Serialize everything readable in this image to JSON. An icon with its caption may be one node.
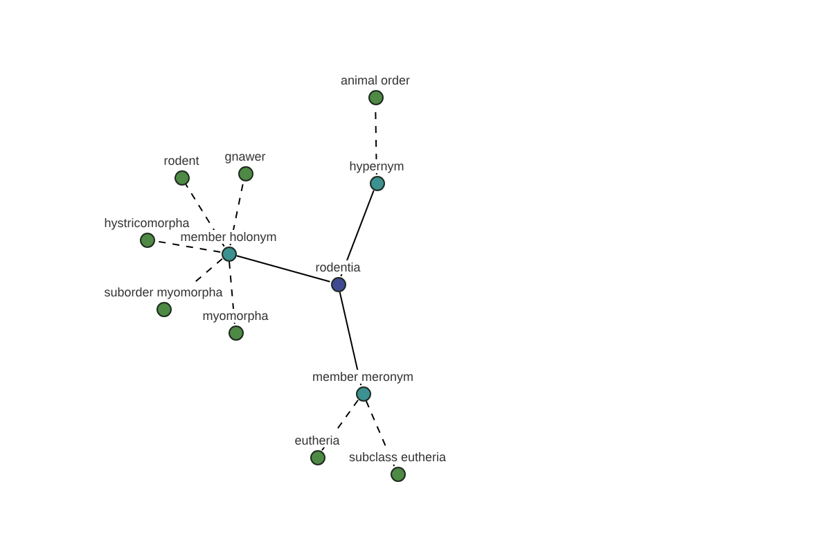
{
  "diagram": {
    "nodes": [
      {
        "text": [
          "animal order"
        ]
      },
      {
        "text": [
          "gnawer"
        ]
      },
      {
        "text": [
          "rodent"
        ]
      },
      {
        "text": [
          "hypernym"
        ]
      },
      {
        "text": [
          "hystricomorpha"
        ]
      },
      {
        "text": [
          "member holonym"
        ]
      },
      {
        "text": [
          "rodentia"
        ]
      },
      {
        "text": [
          "suborder myomorpha"
        ]
      },
      {
        "text": [
          "myomorpha"
        ]
      },
      {
        "text": [
          "member meronym"
        ]
      },
      {
        "text": [
          "eutheria"
        ]
      },
      {
        "text": [
          "subclass eutheria"
        ]
      }
    ],
    "edges": [
      {
        "from": 6,
        "to": 3,
        "arrow": "none"
      },
      {
        "from": 3,
        "to": 0,
        "arrow": "none",
        "style": "dashed"
      },
      {
        "from": 6,
        "to": 5,
        "arrow": "none"
      },
      {
        "from": 5,
        "to": 1,
        "arrow": "none",
        "style": "dashed"
      },
      {
        "from": 5,
        "to": 2,
        "arrow": "none",
        "style": "dashed"
      },
      {
        "from": 5,
        "to": 4,
        "arrow": "none",
        "style": "dashed"
      },
      {
        "from": 5,
        "to": 7,
        "arrow": "none",
        "style": "dashed"
      },
      {
        "from": 5,
        "to": 8,
        "arrow": "none",
        "style": "dashed"
      },
      {
        "from": 6,
        "to": 9,
        "arrow": "none"
      },
      {
        "from": 9,
        "to": 10,
        "arrow": "none",
        "style": "dashed"
      },
      {
        "from": 9,
        "to": 11,
        "arrow": "none",
        "style": "dashed"
      }
    ]
  }
}
